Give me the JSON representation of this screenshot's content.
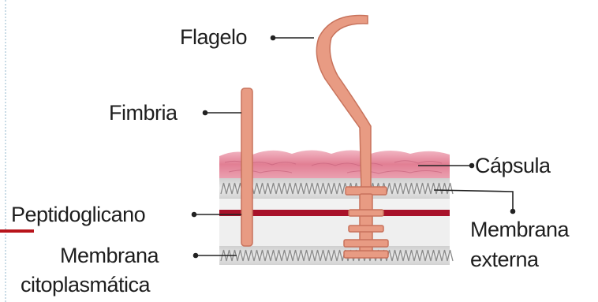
{
  "labels": {
    "flagelo": "Flagelo",
    "fimbria": "Fimbria",
    "capsula": "Cápsula",
    "peptidoglicano": "Peptidoglicano",
    "membrana_externa_1": "Membrana",
    "membrana_externa_2": "externa",
    "membrana_citoplasmatica_1": "Membrana",
    "membrana_citoplasmatica_2": "citoplasmática"
  },
  "colors": {
    "capsule": "#e58a9c",
    "capsule_light": "#f1b5c1",
    "outer_membrane": "#d6d6d6",
    "peptidoglycan": "#a8122a",
    "flagellum": "#e89b83",
    "flagellum_stroke": "#c8735c",
    "leader_line": "#222222",
    "accent": "#b8141b"
  }
}
